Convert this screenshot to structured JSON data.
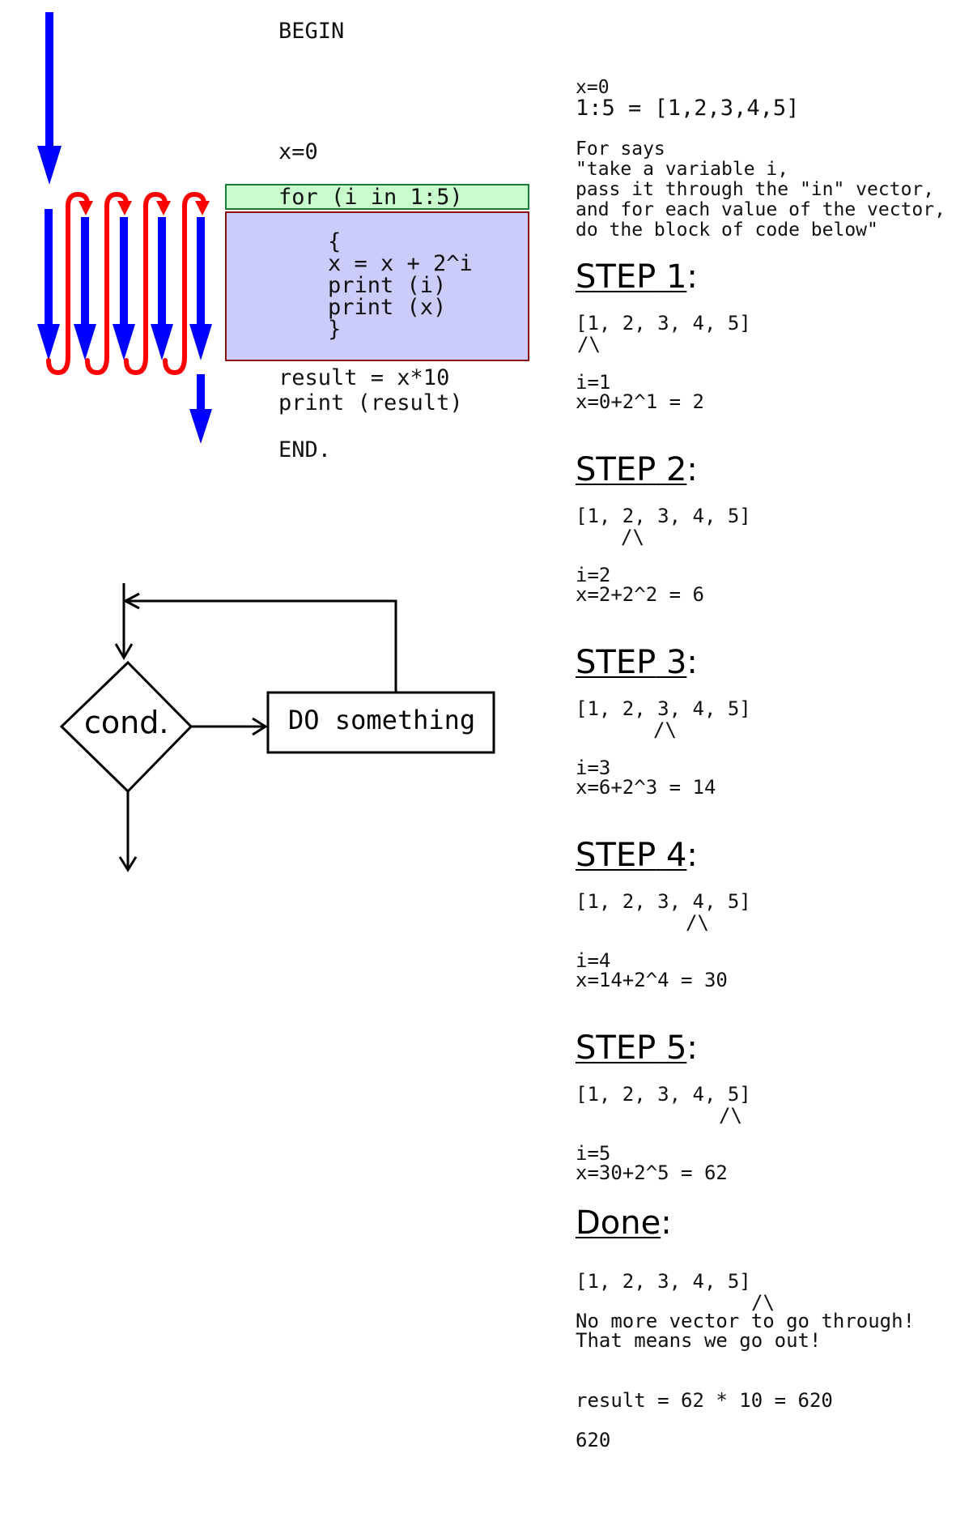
{
  "code": {
    "begin": "BEGIN",
    "init": "x=0",
    "for_header": "for (i in 1:5)",
    "block": [
      "{",
      "x = x + 2^i",
      "print (i)",
      "print (x)",
      "}"
    ],
    "after": [
      "result = x*10",
      "print (result)"
    ],
    "end": "END."
  },
  "notes": {
    "init_lines": [
      "x=0",
      "1:5 = [1,2,3,4,5]"
    ],
    "explanation": [
      "For says",
      "\"take a variable i,",
      "pass it through the \"in\" vector,",
      "and for each value of the vector,",
      "do the block of code below\""
    ]
  },
  "steps": [
    {
      "title_word": "STEP",
      "title_num": "1",
      "vector_pre": "[1, 2, 3, 4, 5]",
      "caret": "/\\",
      "i_line": "i=1",
      "x_line": "x=0+2^1 = 2"
    },
    {
      "title_word": "STEP",
      "title_num": "2",
      "vector_pre": "[1, 2, 3, 4, 5]",
      "caret": "/\\",
      "i_line": "i=2",
      "x_line": "x=2+2^2 = 6"
    },
    {
      "title_word": "STEP",
      "title_num": "3",
      "vector_pre": "[1, 2, 3, 4, 5]",
      "caret": "/\\",
      "i_line": "i=3",
      "x_line": "x=6+2^3 = 14"
    },
    {
      "title_word": "STEP",
      "title_num": "4",
      "vector_pre": "[1, 2, 3, 4, 5]",
      "caret": "/\\",
      "i_line": "i=4",
      "x_line": "x=14+2^4 = 30"
    },
    {
      "title_word": "STEP",
      "title_num": "5",
      "vector_pre": "[1, 2, 3, 4, 5]",
      "caret": "/\\",
      "i_line": "i=5",
      "x_line": "x=30+2^5 = 62"
    }
  ],
  "done": {
    "title": "Done",
    "vector": "[1, 2, 3, 4, 5]",
    "caret": "/\\",
    "message": [
      "No more vector to go through!",
      "That means we go out!"
    ],
    "result": "result = 62 * 10 = 620",
    "output": "620"
  },
  "flowchart": {
    "condition": "cond.",
    "action": "DO something"
  },
  "colors": {
    "flow_arrow": "#0000ff",
    "loop_arrow": "#ff0000",
    "for_box_fill": "#c8fccd",
    "block_fill": "#ccccfb",
    "block_border": "#8b1111"
  }
}
